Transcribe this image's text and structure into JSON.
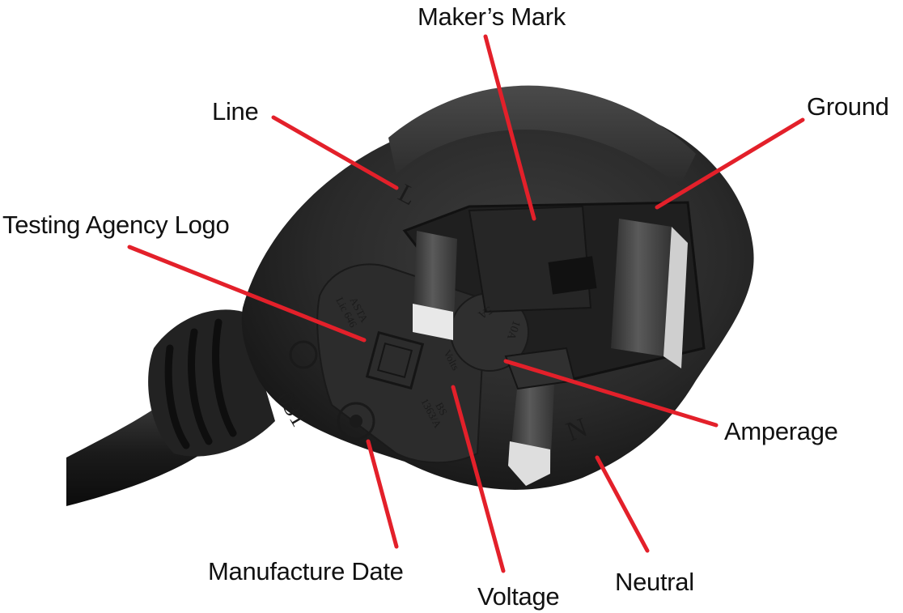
{
  "labels": {
    "makers_mark": "Maker’s Mark",
    "line": "Line",
    "ground": "Ground",
    "testing_agency_logo": "Testing Agency Logo",
    "amperage": "Amperage",
    "manufacture_date": "Manufacture Date",
    "voltage": "Voltage",
    "neutral": "Neutral"
  },
  "plug_markings": {
    "line_letter": "L",
    "neutral_letter": "N",
    "agency_name": "ASTA",
    "licence": "Lic 646",
    "standard": "BS",
    "standard_number": "1363/A",
    "volts_label": "Volts",
    "fuse_rating": "5A",
    "current_rating": "10A",
    "date_code": "031"
  },
  "colors": {
    "leader_line": "#e3202a",
    "plug_body": "#2b2b2b",
    "pin_metal": "#4a4a4a",
    "label_text": "#111111"
  }
}
